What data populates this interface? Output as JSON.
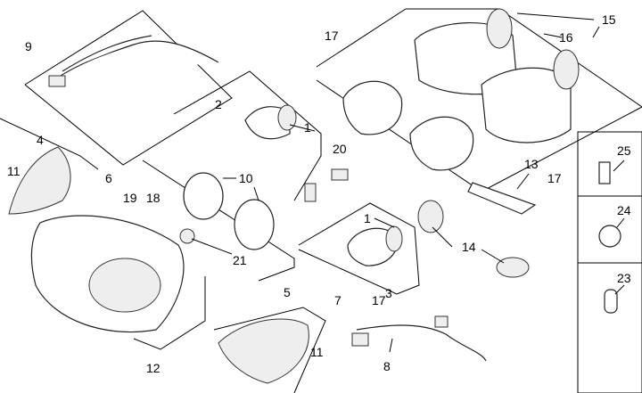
{
  "labels": {
    "l9": "9",
    "l4": "4",
    "l11a": "11",
    "l6": "6",
    "l2": "2",
    "l1a": "1",
    "l17a": "17",
    "l15": "15",
    "l16": "16",
    "l20": "20",
    "l17b": "17",
    "l10": "10",
    "l19": "19",
    "l18": "18",
    "l21": "21",
    "l12": "12",
    "l5": "5",
    "l7": "7",
    "l11b": "11",
    "l8": "8",
    "l1b": "1",
    "l3": "3",
    "l17c": "17",
    "l13": "13",
    "l14": "14",
    "l25": "25",
    "l24": "24",
    "l23": "23"
  }
}
